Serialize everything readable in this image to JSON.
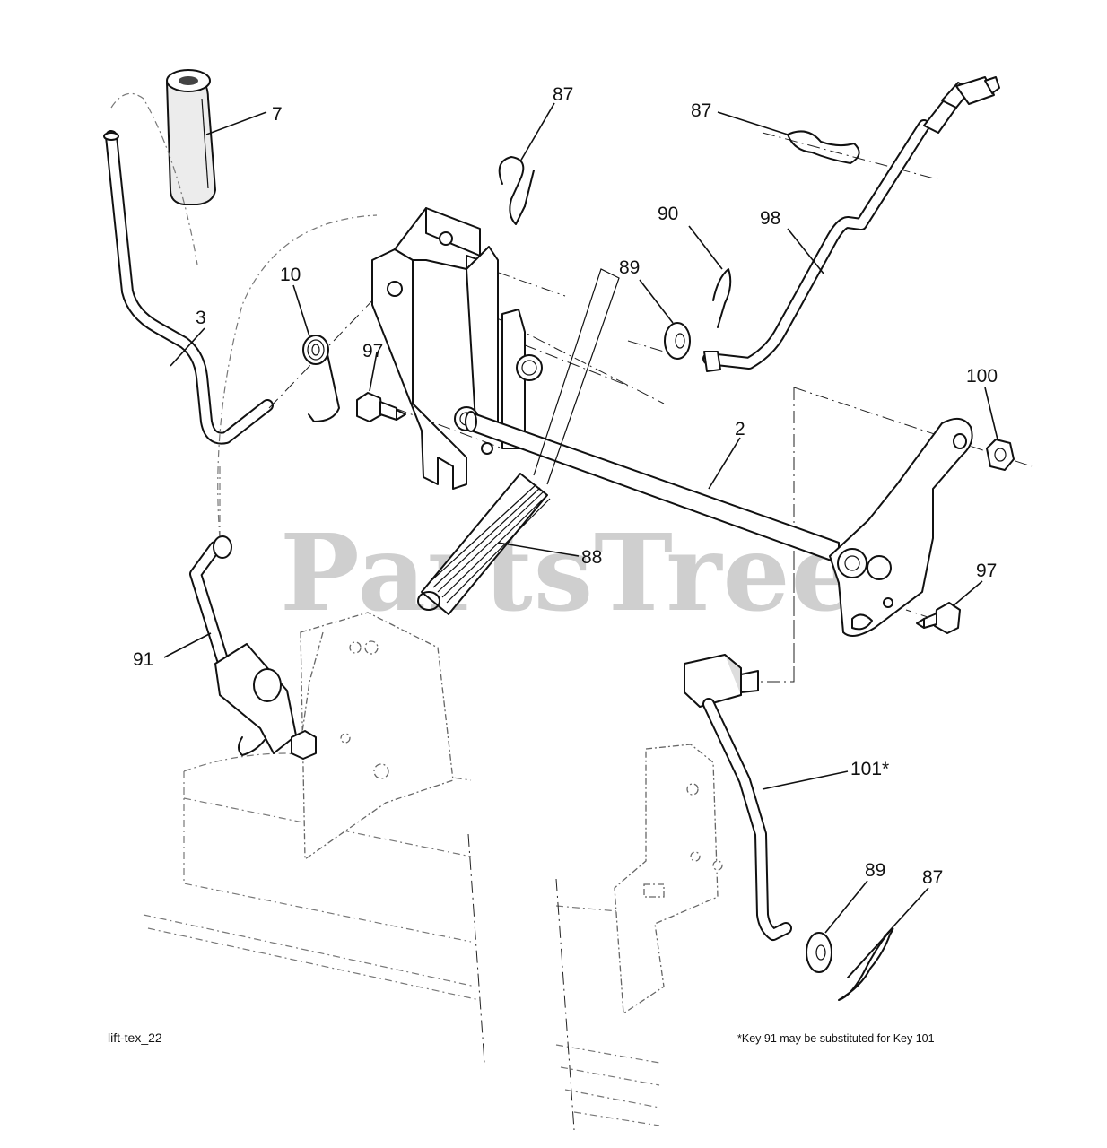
{
  "diagram": {
    "source_tag": "lift-tex_22",
    "footnote": "*Key 91 may be substituted for Key 101",
    "watermark": "PartsTree",
    "watermark_mark": "TM",
    "callouts": [
      {
        "id": "7",
        "text": "7"
      },
      {
        "id": "87a",
        "text": "87"
      },
      {
        "id": "87b",
        "text": "87"
      },
      {
        "id": "90",
        "text": "90"
      },
      {
        "id": "98",
        "text": "98"
      },
      {
        "id": "89a",
        "text": "89"
      },
      {
        "id": "10",
        "text": "10"
      },
      {
        "id": "3",
        "text": "3"
      },
      {
        "id": "97a",
        "text": "97"
      },
      {
        "id": "100",
        "text": "100"
      },
      {
        "id": "2",
        "text": "2"
      },
      {
        "id": "88",
        "text": "88"
      },
      {
        "id": "97b",
        "text": "97"
      },
      {
        "id": "91",
        "text": "91"
      },
      {
        "id": "101",
        "text": "101*"
      },
      {
        "id": "89b",
        "text": "89"
      },
      {
        "id": "87c",
        "text": "87"
      }
    ]
  }
}
